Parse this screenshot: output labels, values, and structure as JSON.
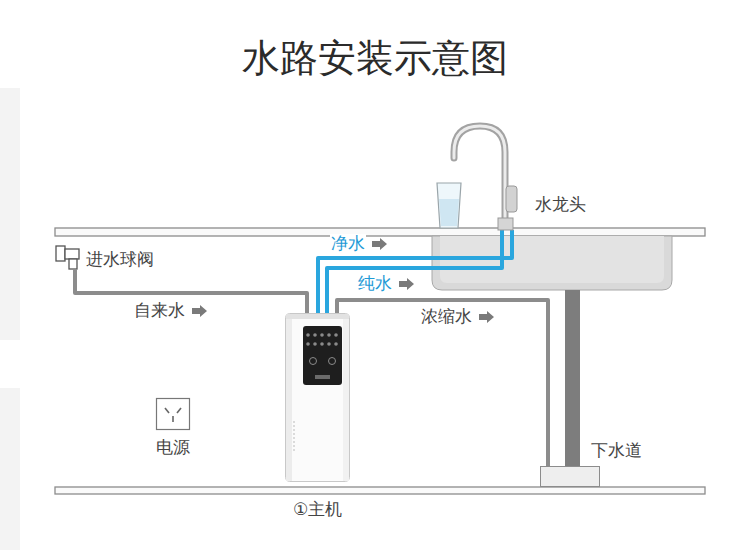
{
  "diagram": {
    "title": "水路安装示意图",
    "nodes": [
      {
        "text": [
          "水龙头"
        ]
      },
      {
        "text": [
          "进水球阀"
        ]
      },
      {
        "text": [
          "①主机"
        ]
      },
      {
        "text": [
          "电源"
        ]
      },
      {
        "text": [
          "下水道"
        ]
      }
    ],
    "edges": [
      {
        "from": 1,
        "to": 2,
        "label": "自来水",
        "arrow": "to"
      },
      {
        "from": 2,
        "to": 0,
        "label": "净水",
        "arrow": "to"
      },
      {
        "from": 2,
        "to": 0,
        "label": "纯水",
        "arrow": "to"
      },
      {
        "from": 2,
        "to": 4,
        "label": "浓缩水",
        "arrow": "to"
      }
    ]
  }
}
